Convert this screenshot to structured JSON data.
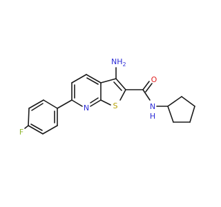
{
  "molecule": {
    "atom_labels": {
      "amino": "NH",
      "amino_sub": "2",
      "oxygen": "O",
      "amide_n": "N",
      "amide_h": "H",
      "sulfur": "S",
      "pyridine_n": "N",
      "fluorine": "F"
    },
    "colors": {
      "bond": "#1a1a1a",
      "nitrogen": "#2b2bd6",
      "oxygen": "#e02020",
      "sulfur": "#b5a000",
      "fluorine": "#8fb630"
    }
  }
}
